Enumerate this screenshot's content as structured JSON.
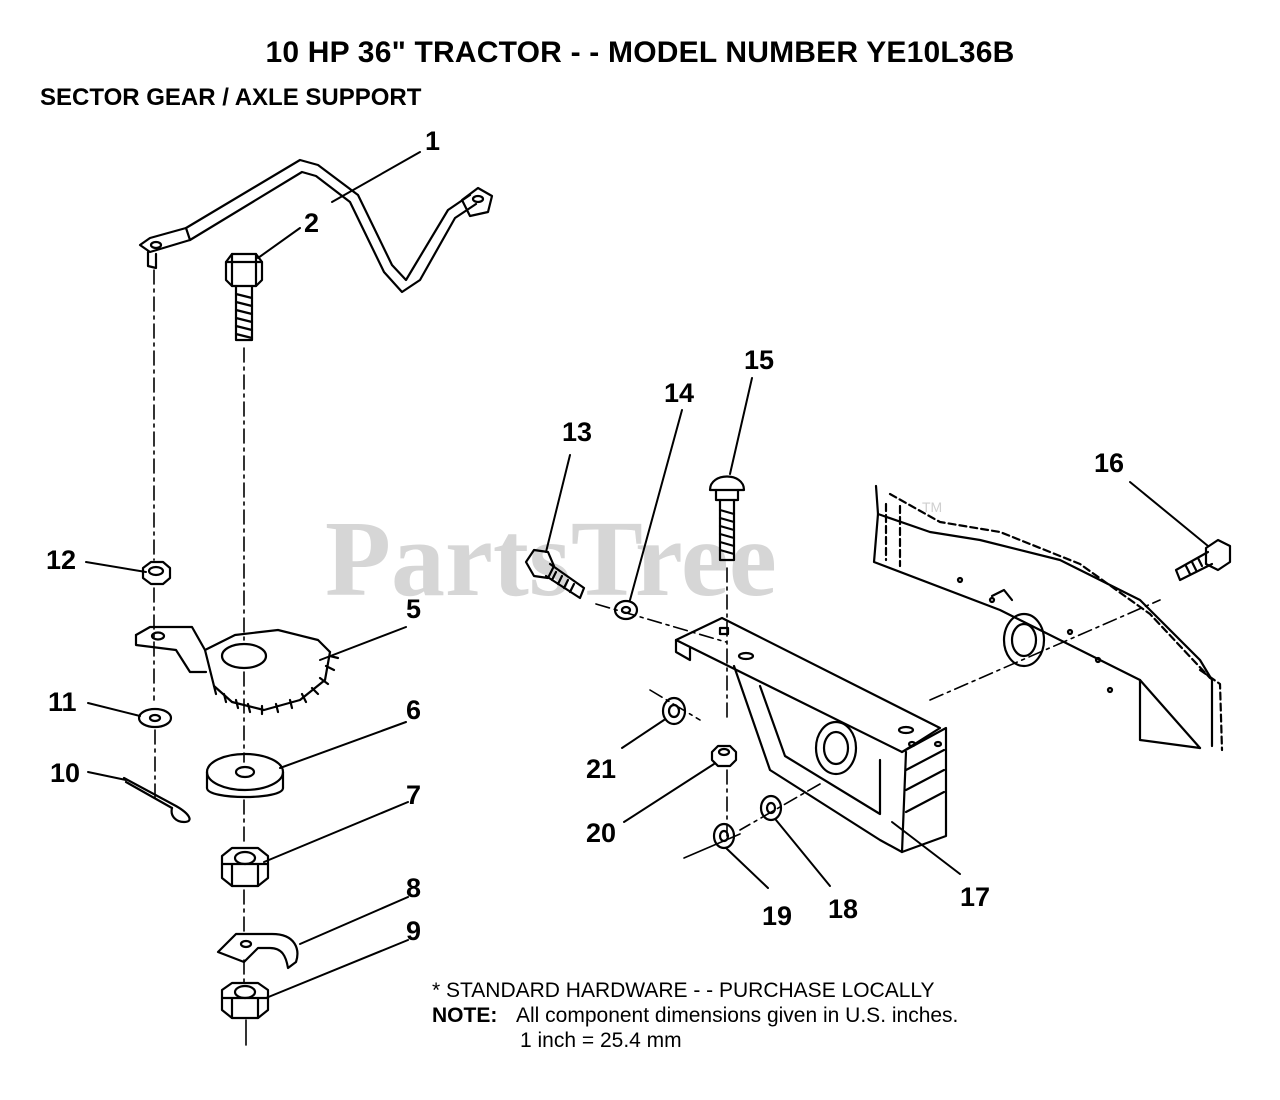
{
  "header": {
    "title": "10 HP 36\" TRACTOR - - MODEL NUMBER YE10L36B",
    "subtitle": "SECTOR GEAR / AXLE SUPPORT"
  },
  "watermark": {
    "text": "PartsTree",
    "tm": "TM",
    "color": "#d6d6d6"
  },
  "callouts": [
    "1",
    "2",
    "5",
    "6",
    "7",
    "8",
    "9",
    "10",
    "11",
    "12",
    "13",
    "14",
    "15",
    "16",
    "17",
    "18",
    "19",
    "20",
    "21"
  ],
  "parts": [
    "drag-link-icon",
    "hex-bolt-icon",
    "sector-gear-icon",
    "washer-icon",
    "hex-nut-icon",
    "clip-icon",
    "cotter-pin-icon",
    "lock-nut-icon",
    "carriage-bolt-icon",
    "axle-support-bracket-icon",
    "frame-icon"
  ],
  "notes": {
    "standard_hardware": "* STANDARD HARDWARE - - PURCHASE LOCALLY",
    "note_label": "NOTE:",
    "note_text": "All component dimensions given in U.S. inches.",
    "conversion": "1 inch = 25.4 mm"
  }
}
